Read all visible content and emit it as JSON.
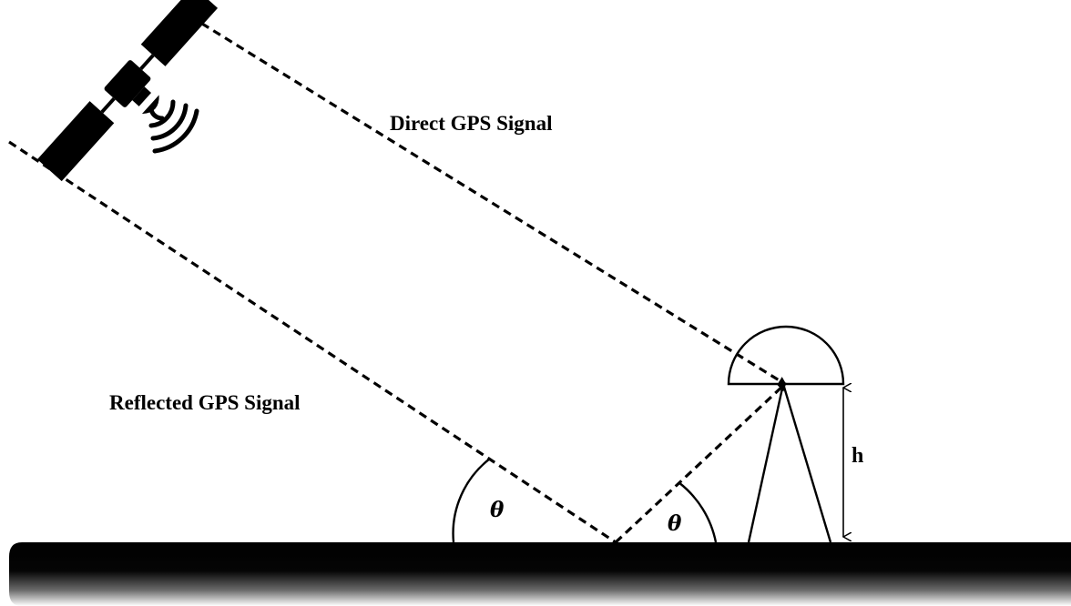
{
  "labels": {
    "direct_signal": "Direct GPS Signal",
    "reflected_signal": "Reflected GPS Signal",
    "angle_left": "θ",
    "angle_right": "θ",
    "height": "h"
  }
}
